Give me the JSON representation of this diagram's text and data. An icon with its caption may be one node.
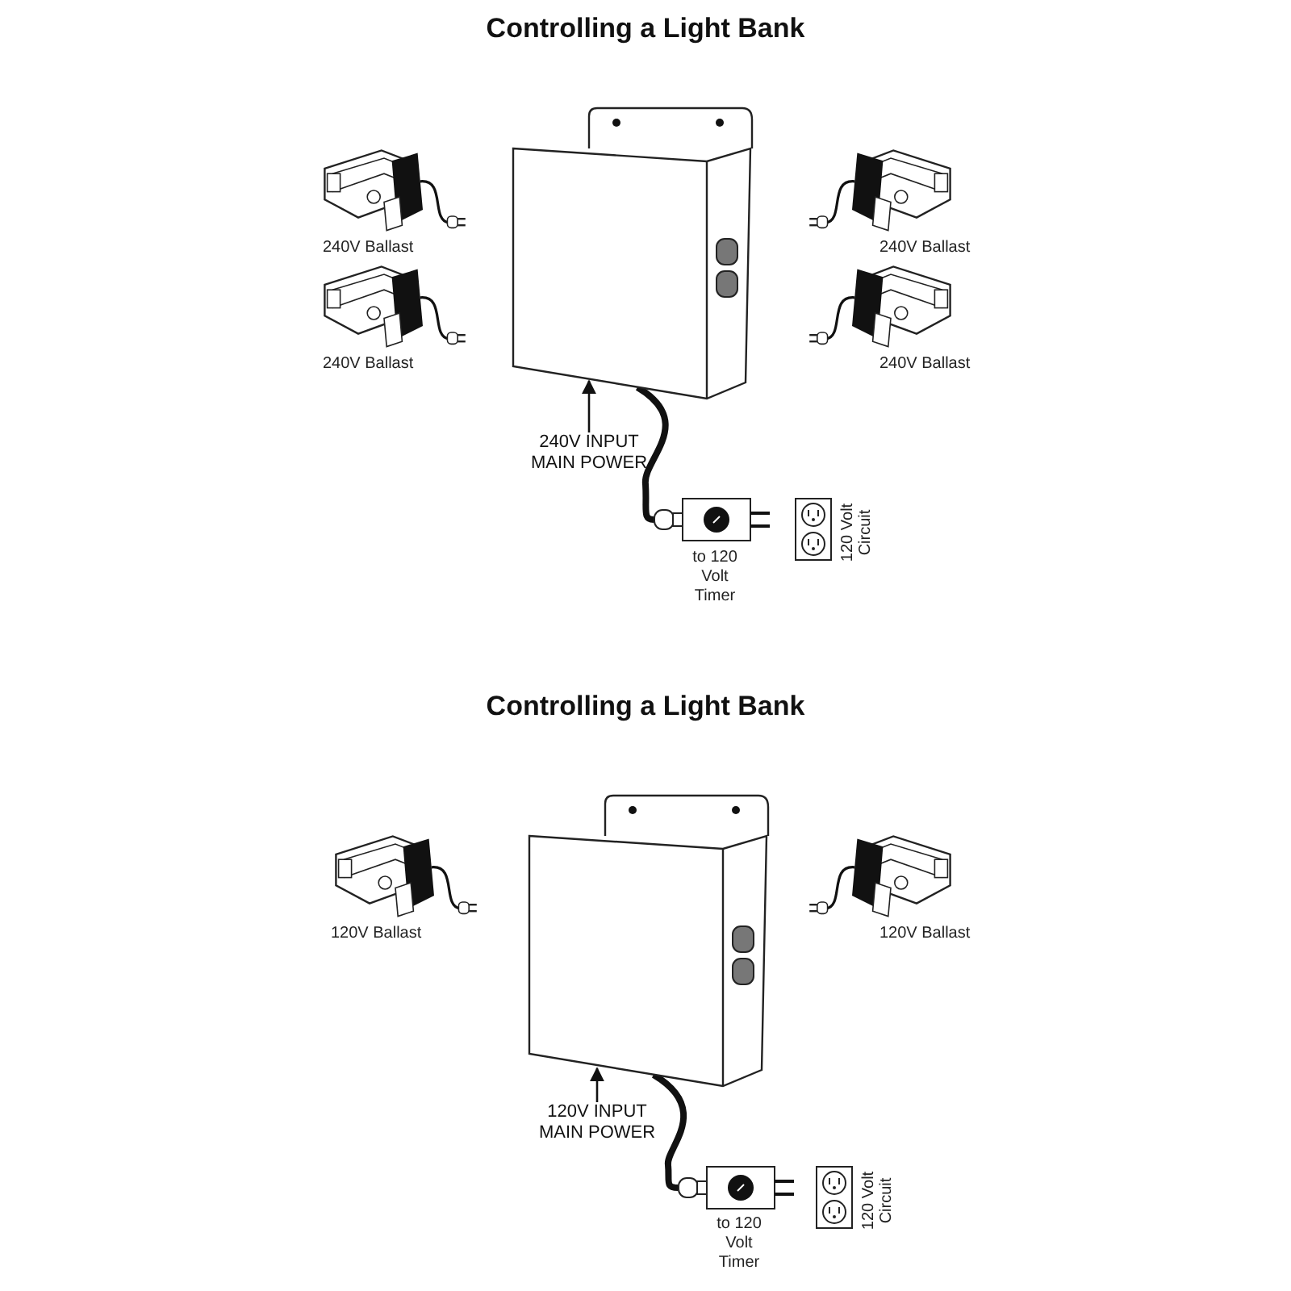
{
  "diagram": {
    "nodes": [
      {
        "text": [],
        "shape": "picture",
        "beside": [
          "240V Ballast"
        ]
      },
      {
        "text": [],
        "shape": "box"
      },
      {
        "text": [],
        "shape": "picture",
        "beside": [
          "240V Ballast"
        ]
      },
      {
        "text": [],
        "shape": "picture",
        "beside": [
          "240V Ballast"
        ]
      },
      {
        "text": [],
        "shape": "picture",
        "beside": [
          "240V Ballast"
        ]
      },
      {
        "text": [
          "240V INPUT MAIN POWER"
        ]
      },
      {
        "text": [],
        "shape": "box",
        "beside": [
          "to 120 Volt Timer"
        ]
      },
      {
        "text": [],
        "shape": "picture",
        "beside": [
          "120 Volt Circuit"
        ]
      },
      {
        "text": [],
        "shape": "picture",
        "beside": [
          "120V Ballast"
        ]
      },
      {
        "text": [],
        "shape": "box"
      },
      {
        "text": [],
        "shape": "picture",
        "beside": [
          "120V Ballast"
        ]
      },
      {
        "text": [
          "120V INPUT MAIN POWER"
        ]
      },
      {
        "text": [],
        "shape": "box",
        "beside": [
          "to 120 Volt Timer"
        ]
      },
      {
        "text": [],
        "shape": "picture",
        "beside": [
          "120 Volt Circuit"
        ]
      }
    ],
    "edges": [
      {
        "from": 5,
        "to": 1,
        "arrow": "to"
      },
      {
        "from": 1,
        "to": 6,
        "arrow": "none",
        "style": "thick"
      },
      {
        "from": 11,
        "to": 9,
        "arrow": "to"
      },
      {
        "from": 9,
        "to": 12,
        "arrow": "none",
        "style": "thick"
      }
    ],
    "labels": [
      "Controlling a Light Bank",
      "Controlling a Light Bank"
    ]
  }
}
